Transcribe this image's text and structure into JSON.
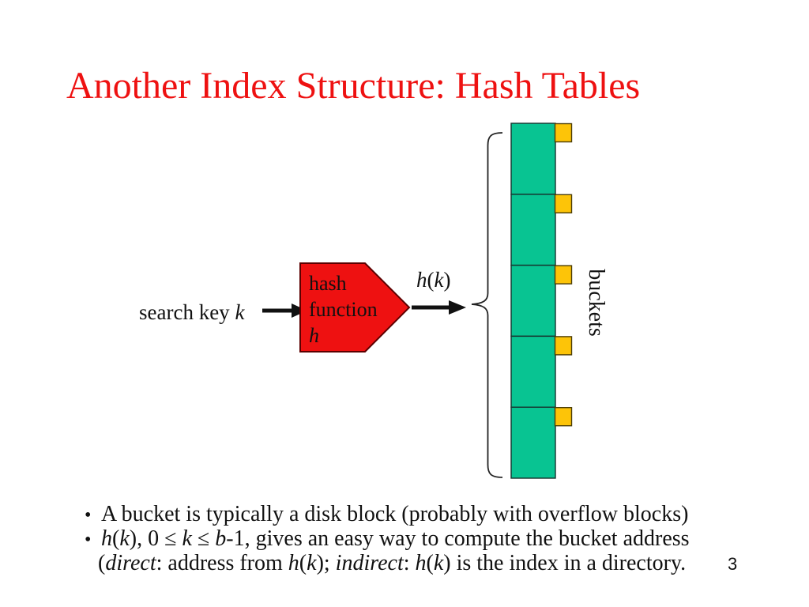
{
  "slide": {
    "title": "Another Index Structure: Hash Tables",
    "page_number": "3"
  },
  "colors": {
    "title_red": "#ee1111",
    "shape_red": "#ee1111",
    "shape_border": "#5c0000",
    "bucket_green": "#08c492",
    "bucket_border": "#16342e",
    "pointer_yellow": "#fdc408",
    "pointer_border": "#4c3d05",
    "text_black": "#111111"
  },
  "diagram": {
    "search_key": [
      {
        "t": "search key ",
        "i": false
      },
      {
        "t": "k",
        "i": true
      }
    ],
    "hash_function": {
      "line1": "hash",
      "line2": "function",
      "line3": "h"
    },
    "hk_label": [
      {
        "t": "h",
        "i": true
      },
      {
        "t": "(",
        "i": false
      },
      {
        "t": "k",
        "i": true
      },
      {
        "t": ")",
        "i": false
      }
    ],
    "buckets_label": "buckets",
    "bucket_count": 5,
    "pointers_per_bucket": 1
  },
  "bullets": {
    "marker": "•",
    "items": [
      {
        "bullet": true,
        "segments": [
          {
            "t": "A bucket is typically a disk block (probably with overflow blocks)",
            "i": false
          }
        ]
      },
      {
        "bullet": true,
        "segments": [
          {
            "t": "h",
            "i": true
          },
          {
            "t": "(",
            "i": false
          },
          {
            "t": "k",
            "i": true
          },
          {
            "t": "), 0 ≤ ",
            "i": false
          },
          {
            "t": "k",
            "i": true
          },
          {
            "t": " ≤ ",
            "i": false
          },
          {
            "t": "b",
            "i": true
          },
          {
            "t": "-1, gives an easy way to compute the bucket address",
            "i": false
          }
        ]
      },
      {
        "bullet": false,
        "segments": [
          {
            "t": "(",
            "i": false
          },
          {
            "t": "direct",
            "i": true
          },
          {
            "t": ": address from ",
            "i": false
          },
          {
            "t": "h",
            "i": true
          },
          {
            "t": "(",
            "i": false
          },
          {
            "t": "k",
            "i": true
          },
          {
            "t": "); ",
            "i": false
          },
          {
            "t": "indirect",
            "i": true
          },
          {
            "t": ": ",
            "i": false
          },
          {
            "t": "h",
            "i": true
          },
          {
            "t": "(",
            "i": false
          },
          {
            "t": "k",
            "i": true
          },
          {
            "t": ") is the index in a directory.",
            "i": false
          }
        ]
      }
    ]
  }
}
